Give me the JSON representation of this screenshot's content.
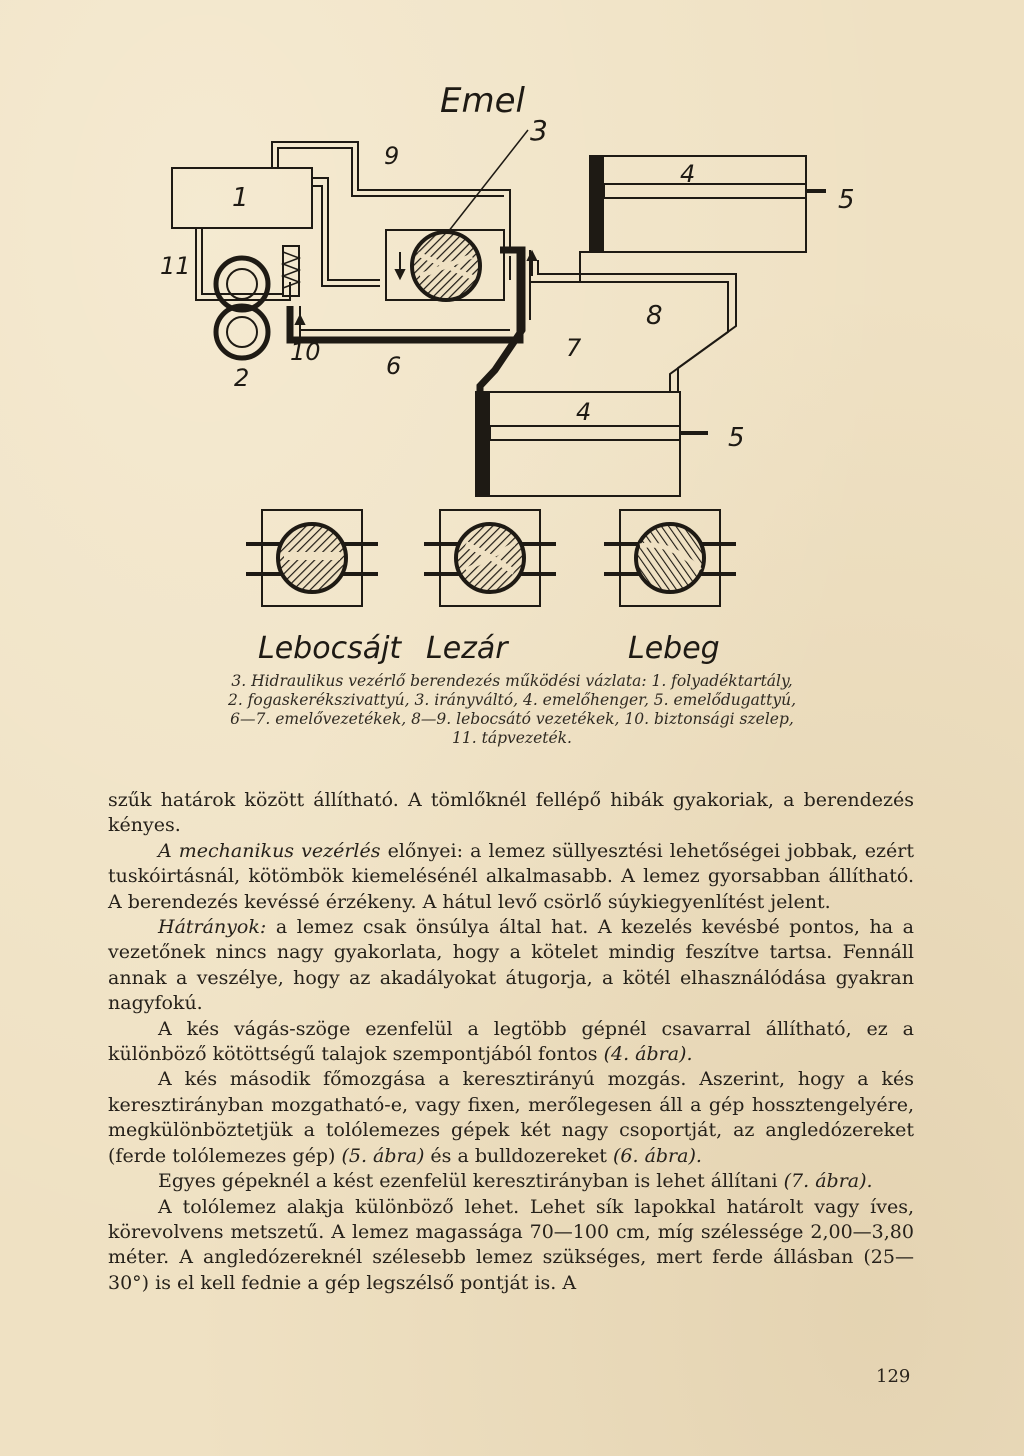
{
  "figure": {
    "title_label": "Emel",
    "part_labels": {
      "n1": "1",
      "n2": "2",
      "n3": "3",
      "n4_top": "4",
      "n4_bottom": "4",
      "n5_top": "5",
      "n5_bottom": "5",
      "n6": "6",
      "n7": "7",
      "n8": "8",
      "n9": "9",
      "n10": "10",
      "n11": "11"
    },
    "valve_position_labels": [
      "Lebocsájt",
      "Lezár",
      "Lebeg"
    ]
  },
  "caption": {
    "lines": [
      "3. Hidraulikus vezérlő berendezés működési vázlata: 1. folyadéktartály,",
      "2. fogaskerékszivattyú, 3. irányváltó, 4. emelőhenger, 5. emelődugattyú,",
      "6—7. emelővezetékek, 8—9. lebocsátó vezetékek, 10. biztonsági szelep,",
      "11. tápvezeték."
    ]
  },
  "body": {
    "p1": "szűk határok között állítható. A tömlőknél fellépő hibák gyakoriak, a berendezés kényes.",
    "p2_em": "A mechanikus vezérlés",
    "p2_rest": " előnyei: a lemez süllyesztési lehetőségei jobbak, ezért tuskóirtásnál, kötömbök kiemelésénél alkalmasabb. A lemez gyorsabban állítható. A berendezés kevéssé érzékeny. A hátul levő csörlő súykiegyenlítést jelent.",
    "p3_em": "Hátrányok:",
    "p3_rest": " a lemez csak önsúlya által hat. A kezelés kevésbé pontos, ha a vezetőnek nincs nagy gyakorlata, hogy a kötelet mindig feszítve tartsa. Fennáll annak a veszélye, hogy az akadályokat átugorja, a kötél elhasználódása gyakran nagyfokú.",
    "p4_main": "A kés vágás-szöge ezenfelül a legtöbb gépnél csavarral állítható, ez a különböző kötöttségű talajok szempontjából fontos ",
    "p4_em": "(4. ábra).",
    "p5_main": "A kés második főmozgása a keresztirányú mozgás. Aszerint, hogy a kés keresztirányban mozgatható-e, vagy fixen, merőlegesen áll a gép hossztengelyére, megkülönböztetjük a tolólemezes gépek két nagy csoportját, az angledózereket (ferde tolólemezes gép) ",
    "p5_em1": "(5. ábra)",
    "p5_mid": " és a bulldozereket ",
    "p5_em2": "(6. ábra).",
    "p6_main": "Egyes gépeknél a kést ezenfelül keresztirányban is lehet állítani ",
    "p6_em": "(7. ábra).",
    "p7": "A tolólemez alakja különböző lehet. Lehet sík lapokkal határolt vagy íves, körevolvens metszetű. A lemez magassága 70—100 cm, míg szélessége 2,00—3,80 méter. A angledózereknél szélesebb lemez szükséges, mert ferde állásban (25—30°) is el kell fednie a gép legszélső pontját is. A"
  },
  "page_number": "129"
}
